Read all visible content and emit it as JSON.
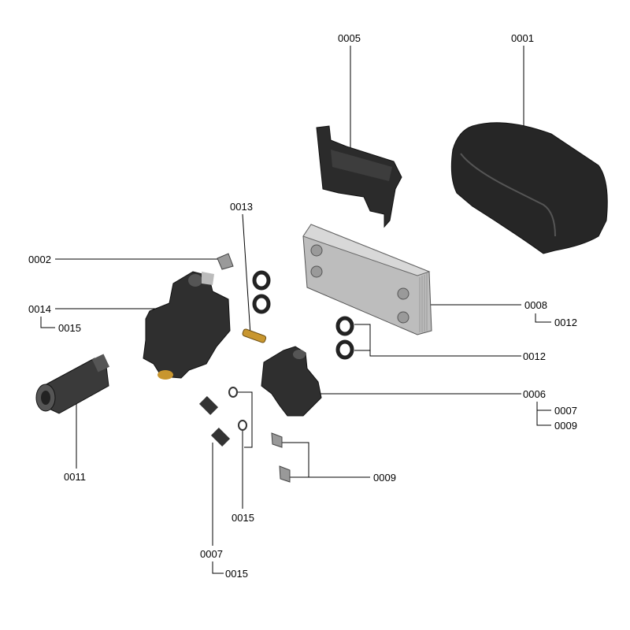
{
  "labels": {
    "p0005": "0005",
    "p0001": "0001",
    "p0013": "0013",
    "p0002": "0002",
    "p0014": "0014",
    "p0015_a": "0015",
    "p0008": "0008",
    "p0012_a": "0012",
    "p0012_b": "0012",
    "p0006": "0006",
    "p0007_a": "0007",
    "p0009_a": "0009",
    "p0011": "0011",
    "p0009_b": "0009",
    "p0015_b": "0015",
    "p0007_b": "0007",
    "p0015_c": "0015"
  },
  "colors": {
    "part_dark": "#2b2b2b",
    "part_mid": "#4a4a4a",
    "part_light": "#bdbdbd",
    "brass": "#c8962f",
    "leader": "#000000"
  }
}
